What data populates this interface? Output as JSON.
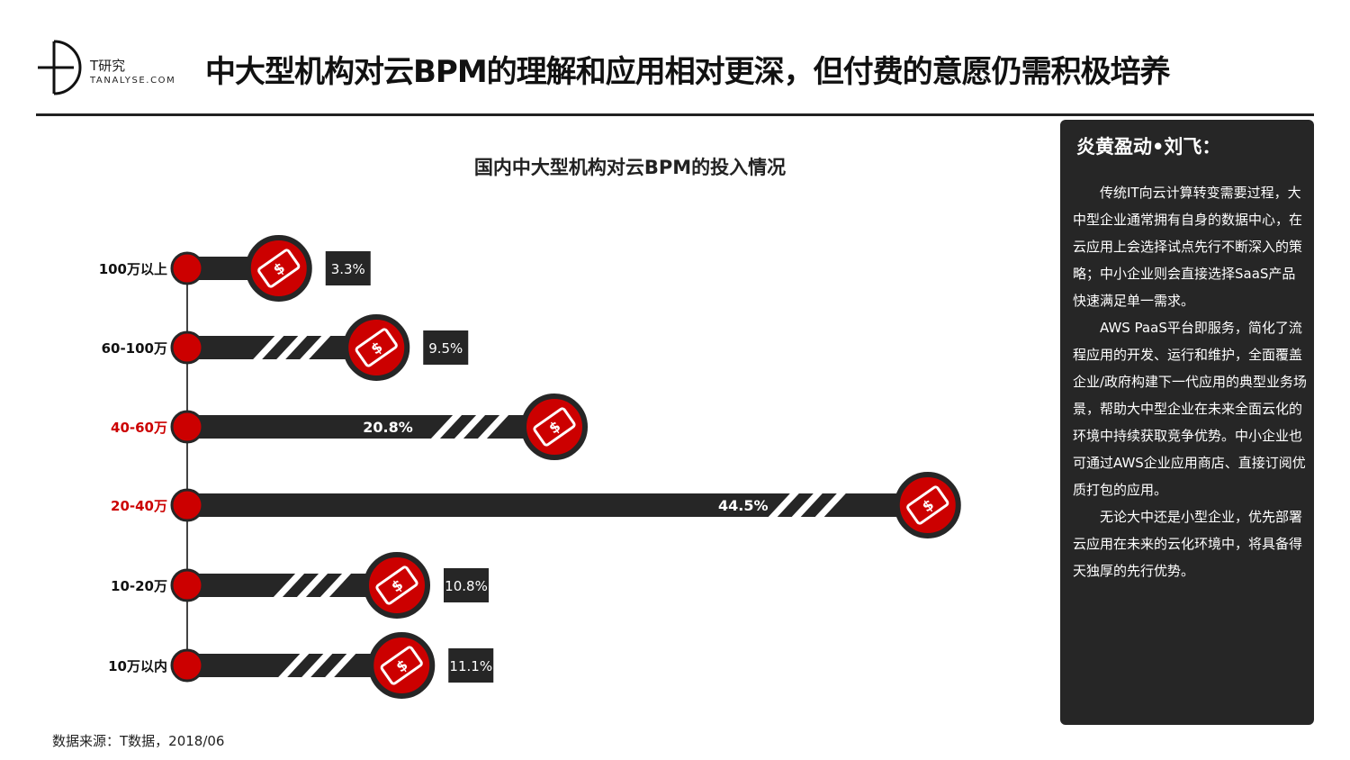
{
  "logo": {
    "cn": "T研究",
    "en": "TANALYSE.COM"
  },
  "header": {
    "title": "中大型机构对云BPM的理解和应用相对更深，但付费的意愿仍需积极培养"
  },
  "chart_data": {
    "type": "bar",
    "title": "国内中大型机构对云BPM的投入情况",
    "categories": [
      "100万以上",
      "60-100万",
      "40-60万",
      "20-40万",
      "10-20万",
      "10万以内"
    ],
    "values": [
      3.3,
      9.5,
      20.8,
      44.5,
      10.8,
      11.1
    ],
    "labels": [
      "3.3%",
      "9.5%",
      "20.8%",
      "44.5%",
      "10.8%",
      "11.1%"
    ],
    "highlighted": [
      "40-60万",
      "20-40万"
    ],
    "unit": "%",
    "colors": {
      "bar": "#262626",
      "accent": "#cc0000",
      "highlight_text": "#cc0000"
    }
  },
  "panel": {
    "heading": "炎黄盈动•刘飞：",
    "paragraphs": [
      "传统IT向云计算转变需要过程，大中型企业通常拥有自身的数据中心，在云应用上会选择试点先行不断深入的策略；中小企业则会直接选择SaaS产品快速满足单一需求。",
      "AWS PaaS平台即服务，简化了流程应用的开发、运行和维护，全面覆盖企业/政府构建下一代应用的典型业务场景，帮助大中型企业在未来全面云化的环境中持续获取竞争优势。中小企业也可通过AWS企业应用商店、直接订阅优质打包的应用。",
      "无论大中还是小型企业，优先部署云应用在未来的云化环境中，将具备得天独厚的先行优势。"
    ]
  },
  "footer": {
    "source": "数据来源：T数据，2018/06"
  }
}
